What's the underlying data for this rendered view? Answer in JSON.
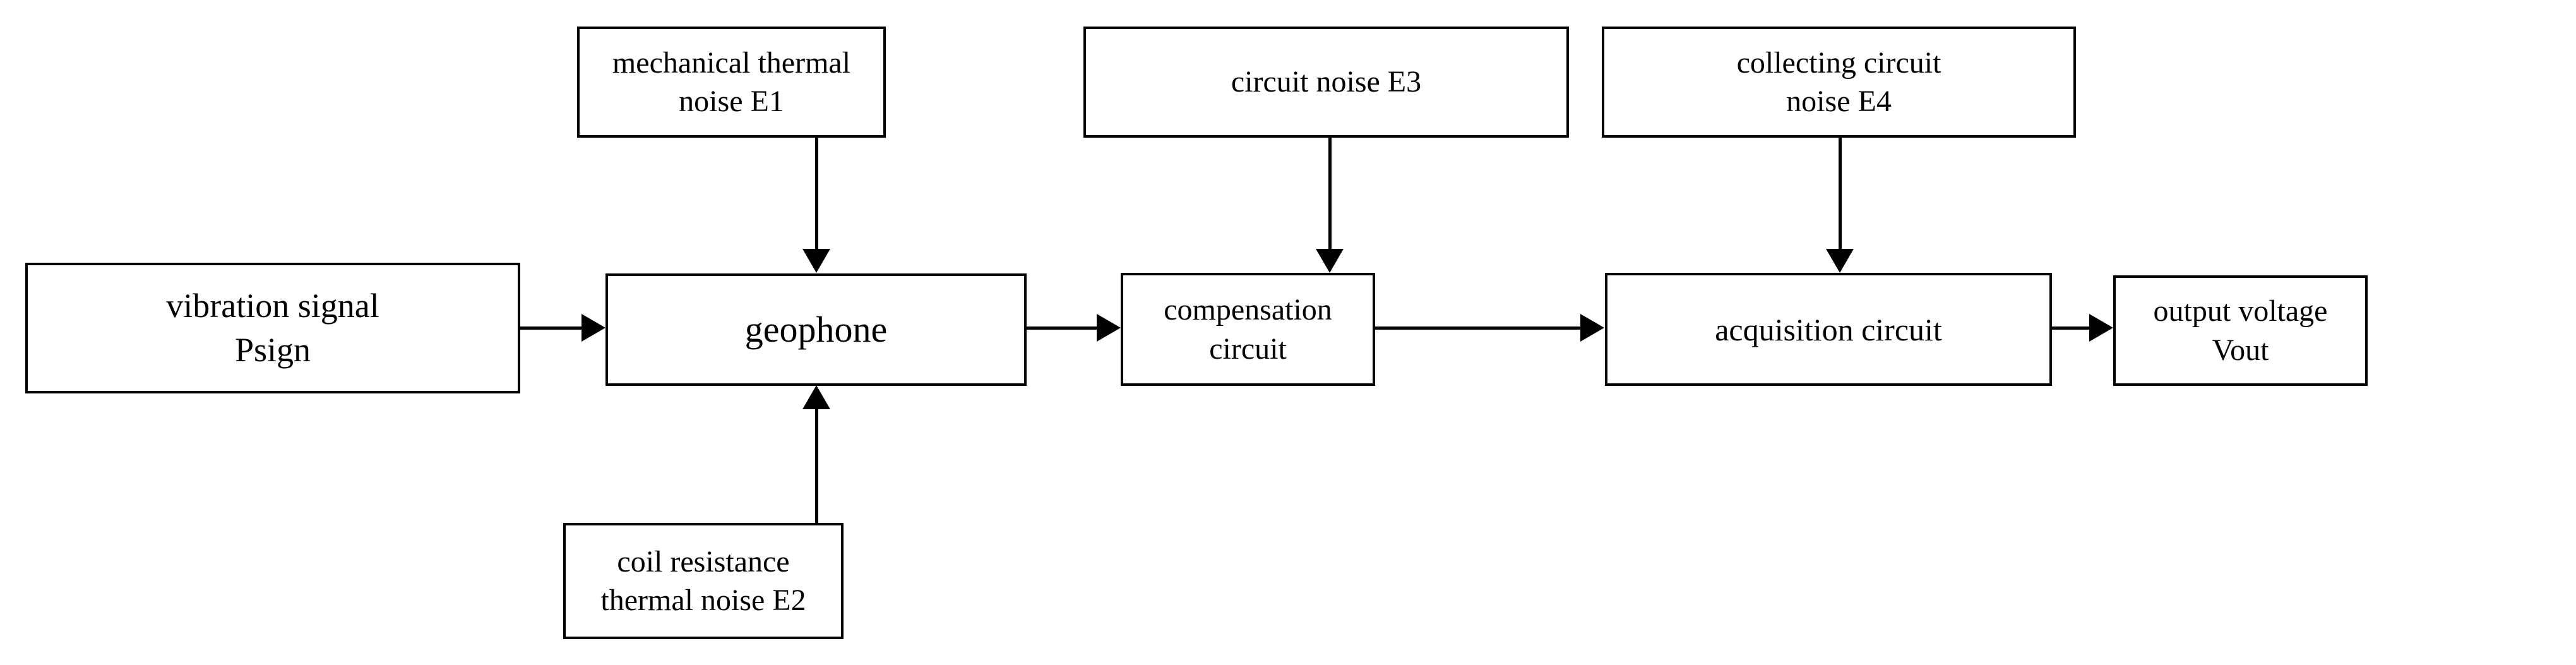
{
  "diagram": {
    "title": "geophone noise signal chain block diagram",
    "background_color": "#ffffff",
    "line_color": "#000000",
    "nodes": {
      "vibration_signal": "vibration signal\nPsign",
      "geophone": "geophone",
      "compensation_circuit": "compensation\ncircuit",
      "acquisition_circuit": "acquisition circuit",
      "output_voltage": "output voltage Vout",
      "mechanical_thermal_noise": "mechanical thermal\nnoise E1",
      "circuit_noise": "circuit noise E3",
      "collecting_circuit_noise": "collecting circuit\nnoise E4",
      "coil_resistance_noise": "coil resistance\nthermal noise E2"
    },
    "edges": [
      {
        "from": "vibration_signal",
        "to": "geophone",
        "direction": "right"
      },
      {
        "from": "geophone",
        "to": "compensation_circuit",
        "direction": "right"
      },
      {
        "from": "compensation_circuit",
        "to": "acquisition_circuit",
        "direction": "right"
      },
      {
        "from": "acquisition_circuit",
        "to": "output_voltage",
        "direction": "right"
      },
      {
        "from": "mechanical_thermal_noise",
        "to": "geophone",
        "direction": "down"
      },
      {
        "from": "circuit_noise",
        "to": "compensation_circuit",
        "direction": "down"
      },
      {
        "from": "collecting_circuit_noise",
        "to": "acquisition_circuit",
        "direction": "down"
      },
      {
        "from": "coil_resistance_noise",
        "to": "geophone",
        "direction": "up"
      }
    ]
  }
}
